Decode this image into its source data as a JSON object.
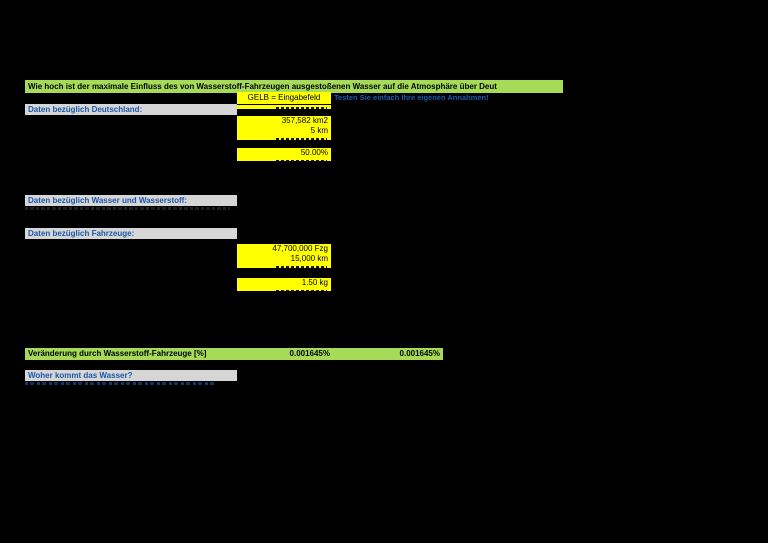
{
  "colors": {
    "background": "#000000",
    "banner_green": "#A6DB58",
    "input_yellow": "#FFFF00",
    "header_gray": "#D6D6D6",
    "header_text_blue": "#1C57A8"
  },
  "title": "Wie hoch ist der maximale Einfluss des von Wasserstoff-Fahrzeugen ausgestoßenen Wasser auf die Atmosphäre über Deut",
  "legend": {
    "yellow_label": "GELB = Eingabefeld",
    "hint": "Testen Sie einfach Ihre eigenen Annahmen!"
  },
  "sections": {
    "deutschland": {
      "header": "Daten bezüglich Deutschland:",
      "rows": [
        {
          "value": "357,582 km2"
        },
        {
          "value": "5 km"
        },
        {
          "value": "50.00%"
        }
      ]
    },
    "wasser": {
      "header": "Daten bezüglich Wasser und Wasserstoff:"
    },
    "fahrzeuge": {
      "header": "Daten bezüglich Fahrzeuge:",
      "rows": [
        {
          "value": "47,700,000 Fzg"
        },
        {
          "value": "15,000 km"
        },
        {
          "value": "1.50 kg"
        }
      ]
    },
    "wasser_quelle": {
      "header": "Woher kommt das Wasser?"
    }
  },
  "result": {
    "label": "Veränderung durch Wasserstoff-Fahrzeuge [%]",
    "value_mid": "0.001645%",
    "value_right": "0.001645%"
  }
}
